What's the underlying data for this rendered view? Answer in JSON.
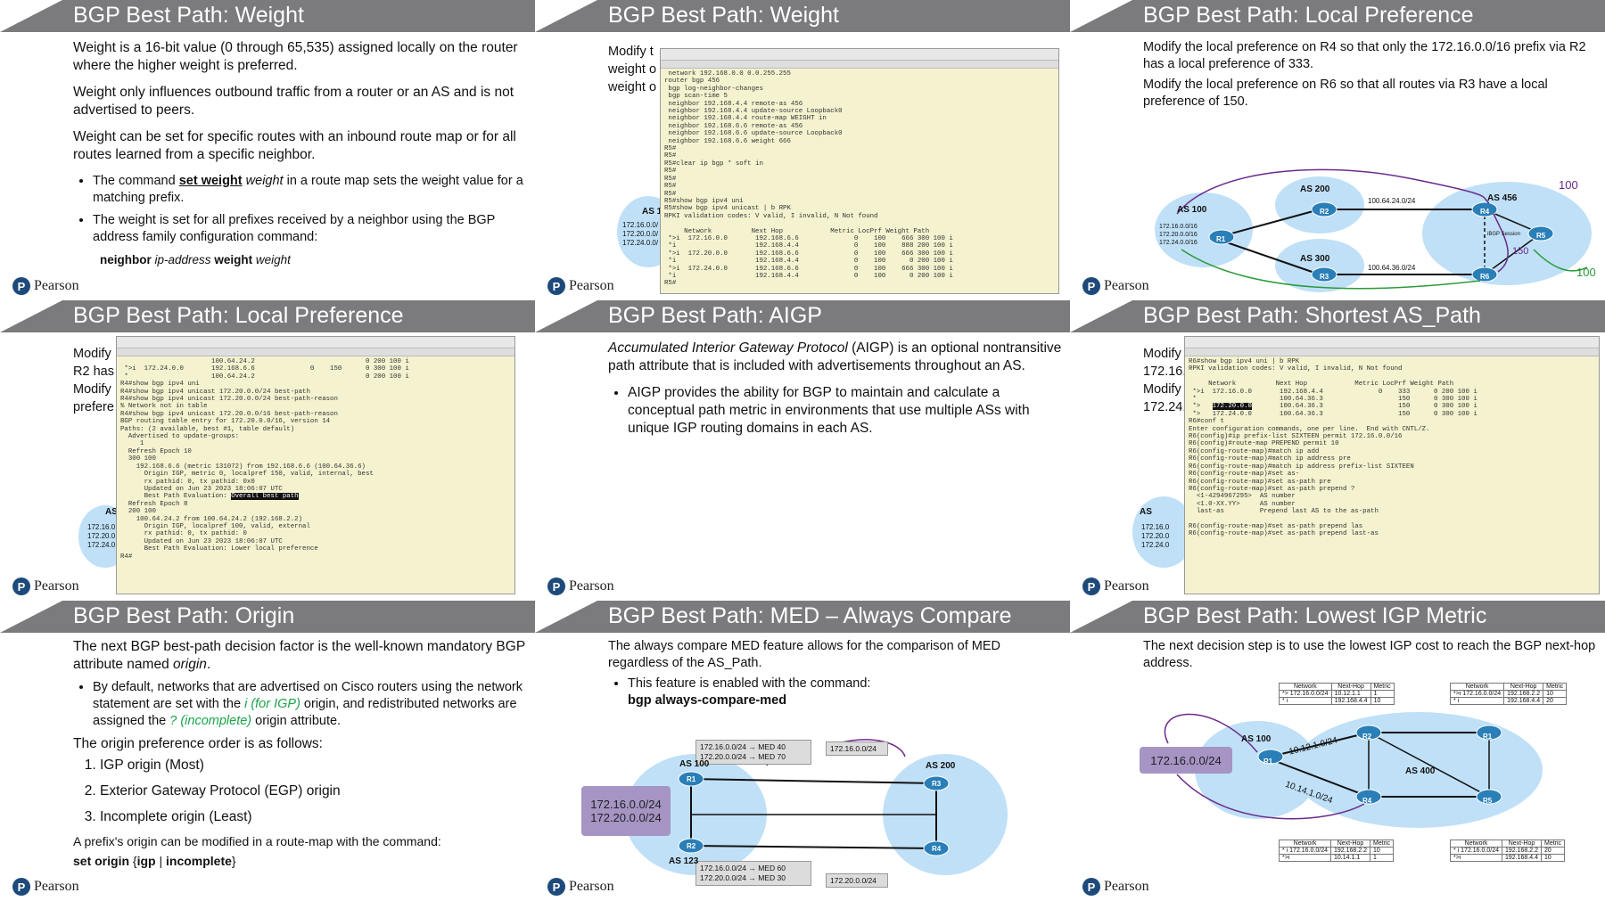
{
  "brand": {
    "logo_letter": "P",
    "name": "Pearson"
  },
  "slides": {
    "s1": {
      "title": "BGP Best Path: Weight",
      "p1": "Weight is a 16-bit value (0 through 65,535) assigned locally on the router where the higher weight is preferred.",
      "p2": "Weight only influences outbound traffic from a router or an AS and is not advertised to peers.",
      "p3": "Weight can be set for specific routes with an inbound route map or for all routes learned from a specific neighbor.",
      "b1_pre": "The command ",
      "b1_cmd": "set weight",
      "b1_arg": "weight",
      "b1_post": " in a route map sets the weight value for a matching prefix.",
      "b2": "The weight is set for all prefixes received by a neighbor using the BGP address family configuration command:",
      "cmd_neighbor": "neighbor",
      "cmd_ip": "ip-address",
      "cmd_weight": "weight",
      "cmd_weight_arg": "weight"
    },
    "s2": {
      "title": "BGP Best Path: Weight",
      "behind1": "Modify t",
      "behind2": "weight o",
      "behind3": "weight o",
      "as_label": "AS 1",
      "prefixes": [
        "172.16.0.0/",
        "172.20.0.0/",
        "172.24.0.0/"
      ],
      "term": " network 192.168.0.0 0.0.255.255\nrouter bgp 456\n bgp log-neighbor-changes\n bgp scan-time 5\n neighbor 192.168.4.4 remote-as 456\n neighbor 192.168.4.4 update-source Loopback0\n neighbor 192.168.4.4 route-map WEIGHT in\n neighbor 192.168.6.6 remote-as 456\n neighbor 192.168.6.6 update-source Loopback0\n neighbor 192.168.6.6 weight 666\nR5#\nR5#\nR5#clear ip bgp * soft in\nR5#\nR5#\nR5#\nR5#\nR5#show bgp ipv4 uni\nR5#show bgp ipv4 unicast | b RPK\nRPKI validation codes: V valid, I invalid, N Not found\n\n     Network          Next Hop            Metric LocPrf Weight Path\n *>i  172.16.0.0       192.168.6.6              0    100    666 300 100 i\n *i                    192.168.4.4              0    100    888 200 100 i\n *>i  172.20.0.0       192.168.6.6              0    100    666 300 100 i\n *i                    192.168.4.4              0    100      0 200 100 i\n *>i  172.24.0.0       192.168.6.6              0    100    666 300 100 i\n *i                    192.168.4.4              0    100      0 200 100 i\nR5#"
    },
    "s3": {
      "title": "BGP Best Path: Local Preference",
      "p1": "Modify the local preference on R4 so that only the 172.16.0.0/16 prefix via R2 has a local preference of 333.",
      "p2": "Modify the local preference on R6 so that all routes via R3 have a local preference of 150.",
      "as100": "AS 100",
      "as200": "AS 200",
      "as300": "AS 300",
      "as456": "AS 456",
      "ibgp": "iBGP Session",
      "link1": "100.64.24.0/24",
      "link2": "100.64.36.0/24",
      "prefixes": [
        "172.16.0.0/16",
        "172.20.0.0/16",
        "172.24.0.0/16"
      ],
      "routers": [
        "R1",
        "R2",
        "R3",
        "R4",
        "R5",
        "R6"
      ],
      "notes": [
        "100",
        "100",
        "150"
      ]
    },
    "s4": {
      "title": "BGP Best Path: Local Preference",
      "behind1": "Modify",
      "behind2": "R2 has",
      "behind3": "Modify",
      "behind4": "prefere",
      "as_label": "AS",
      "prefixes": [
        "172.16.0",
        "172.20.0",
        "172.24.0"
      ],
      "term_a": "                       100.64.24.2                            0 200 100 i\n *>i  172.24.0.0       192.168.6.6              0    150      0 300 100 i\n *                     100.64.24.2                            0 200 100 i\nR4#show bgp ipv4 uni\nR4#show bgp ipv4 unicast 172.20.0.0/24 best-path\nR4#show bgp ipv4 unicast 172.20.0.0/24 best-path-reason\n% Network not in table\nR4#show bgp ipv4 unicast 172.20.0.0/16 best-path-reason\nBGP routing table entry for 172.20.0.0/16, version 14\nPaths: (2 available, best #1, table default)\n  Advertised to update-groups:\n     1\n  Refresh Epoch 10\n  300 100\n    192.168.6.6 (metric 131072) from 192.168.6.6 (100.64.36.6)\n      Origin IGP, metric 0, localpref 150, valid, internal, best\n      rx pathid: 0, tx pathid: 0x0\n      Updated on Jun 23 2023 18:06:07 UTC\n      Best Path Evaluation: ",
      "term_hl": "Overall best path",
      "term_b": "\n  Refresh Epoch 8\n  200 100\n    100.64.24.2 from 100.64.24.2 (192.168.2.2)\n      Origin IGP, localpref 100, valid, external\n      rx pathid: 0, tx pathid: 0\n      Updated on Jun 23 2023 18:06:07 UTC\n      Best Path Evaluation: Lower local preference\nR4#"
    },
    "s5": {
      "title": "BGP Best Path: AIGP",
      "p1_em": "Accumulated Interior Gateway Protocol",
      "p1_rest": " (AIGP) is an optional nontransitive path attribute that is included with advertisements throughout an AS.",
      "b1": "AIGP provides the ability for BGP to maintain and calculate a conceptual path metric in environments that use multiple ASs with unique IGP routing domains in each AS."
    },
    "s6": {
      "title": "BGP Best Path: Shortest AS_Path",
      "behind1": "Modify",
      "behind2": "172.16.",
      "behind3": "Modify",
      "behind4": "172.24.",
      "as_label": "AS",
      "prefixes": [
        "172.16.0",
        "172.20.0",
        "172.24.0"
      ],
      "term_a": "R6#show bgp ipv4 uni | b RPK\nRPKI validation codes: V valid, I invalid, N Not found\n\n     Network          Next Hop            Metric LocPrf Weight Path\n *>i  172.16.0.0       192.168.4.4              0    333      0 200 100 i\n *                     100.64.36.3                   150      0 300 100 i\n *>   ",
      "term_hl": "172.20.0.0",
      "term_b": "       100.64.36.3                   150      0 300 100 i\n *>   172.24.0.0       100.64.36.3                   150      0 300 100 i\nR6#conf t\nEnter configuration commands, one per line.  End with CNTL/Z.\nR6(config)#ip prefix-list SIXTEEN permit 172.16.0.0/16\nR6(config)#route-map PREPEND permit 10\nR6(config-route-map)#match ip add\nR6(config-route-map)#match ip address pre\nR6(config-route-map)#match ip address prefix-list SIXTEEN\nR6(config-route-map)#set as-\nR6(config-route-map)#set as-path pre\nR6(config-route-map)#set as-path prepend ?\n  <1-4294967295>  AS number\n  <1.0-XX.YY>     AS number\n  last-as         Prepend last AS to the as-path\n\nR6(config-route-map)#set as-path prepend las\nR6(config-route-map)#set as-path prepend last-as"
    },
    "s7": {
      "title": "BGP Best Path: Origin",
      "p1_pre": "The next BGP best-path decision factor is the well-known mandatory BGP attribute named ",
      "p1_em": "origin",
      "p1_post": ".",
      "b1_pre": "By default, networks that are advertised on Cisco routers using the network statement are set with the ",
      "b1_g1": "i (for IGP)",
      "b1_mid": " origin, and redistributed networks are assigned the ",
      "b1_g2": "? (incomplete)",
      "b1_post": " origin attribute.",
      "p2": "The origin preference order is as follows:",
      "list": [
        "IGP origin (Most)",
        "Exterior Gateway Protocol (EGP) origin",
        "Incomplete origin (Least)"
      ],
      "p3": "A prefix's origin can be modified in a route-map with the command:",
      "cmd_pre": "set origin",
      "cmd_mid": " {",
      "cmd_igp": "igp",
      "cmd_sep": " | ",
      "cmd_inc": "incomplete",
      "cmd_end": "}"
    },
    "s8": {
      "title": "BGP Best Path: MED – Always Compare",
      "p1": "The always compare MED feature allows for the comparison of MED regardless of the AS_Path.",
      "b1": "This feature is enabled with the command:",
      "cmd": "bgp always-compare-med",
      "as100": "AS 100",
      "as200": "AS 200",
      "as123": "AS 123",
      "left_prefixes": "172.16.0.0/24\n172.20.0.0/24",
      "top_arrow1": "172.16.0.0/24 → MED 40",
      "top_arrow2": "172.20.0.0/24 → MED 70",
      "bot_arrow1": "172.16.0.0/24 → MED 60",
      "bot_arrow2": "172.20.0.0/24 → MED 30",
      "right_top": "172.16.0.0/24",
      "right_bot": "172.20.0.0/24",
      "routers": [
        "R1",
        "R2",
        "R3",
        "R4"
      ]
    },
    "s9": {
      "title": "BGP Best Path: Lowest IGP Metric",
      "p1": "The next decision step is to use the lowest IGP cost to reach the BGP next-hop address.",
      "prefix": "172.16.0.0/24",
      "as100": "AS 100",
      "as400": "AS 400",
      "link1": "10.12.1.0/24",
      "link2": "10.14.1.0/24",
      "routers": [
        "R1",
        "R2",
        "R1",
        "R4",
        "R5"
      ],
      "tbl_head": [
        "Network",
        "Next-Hop",
        "Metric"
      ],
      "tbl_tl": [
        [
          "*> 172.16.0.0/24",
          "10.12.1.1",
          "1"
        ],
        [
          "* i",
          "192.168.4.4",
          "10"
        ]
      ],
      "tbl_tr": [
        [
          "*>i 172.16.0.0/24",
          "192.168.2.2",
          "10"
        ],
        [
          "* i",
          "192.168.4.4",
          "20"
        ]
      ],
      "tbl_bl": [
        [
          "* i 172.16.0.0/24",
          "192.168.2.2",
          "10"
        ],
        [
          "*>i",
          "10.14.1.1",
          "1"
        ]
      ],
      "tbl_br": [
        [
          "* i 172.16.0.0/24",
          "192.168.2.2",
          "20"
        ],
        [
          "*>i",
          "192.168.4.4",
          "10"
        ]
      ]
    }
  },
  "colors": {
    "header": "#7b7b7d",
    "terminal": "#f5f2d0",
    "cloud": "#bfe0f7",
    "router": "#2a7fb8",
    "ink_purple": "#6b2a8c",
    "ink_green": "#2a9a3a",
    "accent_green": "#1aa34a"
  }
}
